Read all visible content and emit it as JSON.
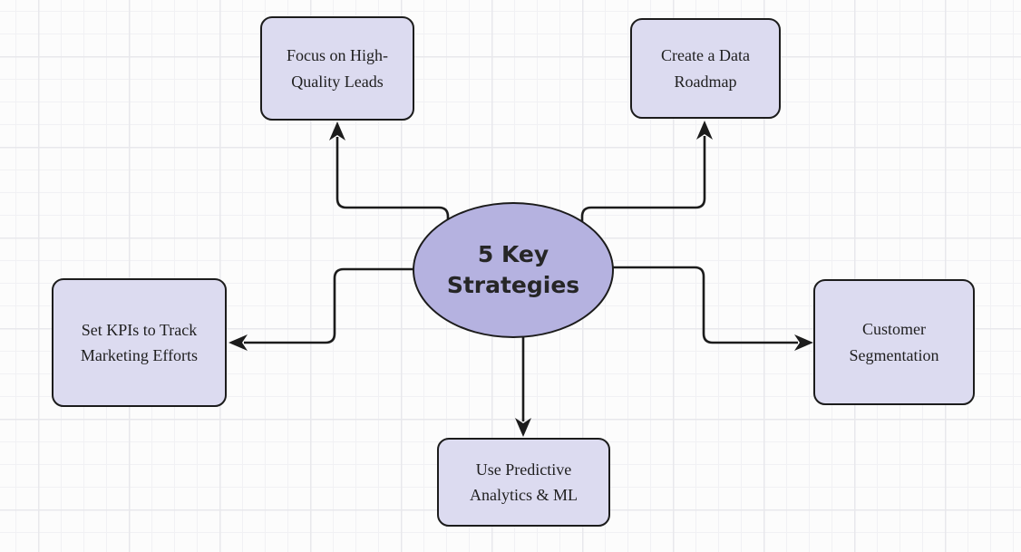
{
  "diagram": {
    "title": "5 Key Strategies",
    "center": {
      "line1": "5 Key",
      "line2": "Strategies"
    },
    "nodes": [
      {
        "id": "focus-high-quality-leads",
        "position": "top-left",
        "line1": "Focus on High-",
        "line2": "Quality Leads"
      },
      {
        "id": "create-data-roadmap",
        "position": "top-right",
        "line1": "Create a Data",
        "line2": "Roadmap"
      },
      {
        "id": "set-kpis-track-marketing",
        "position": "left",
        "line1": "Set KPIs to Track",
        "line2": "Marketing Efforts"
      },
      {
        "id": "customer-segmentation",
        "position": "right",
        "line1": "Customer",
        "line2": "Segmentation"
      },
      {
        "id": "use-predictive-analytics-ml",
        "position": "bottom",
        "line1": "Use Predictive",
        "line2": "Analytics & ML"
      }
    ],
    "connectors": [
      {
        "from": "center",
        "to": "focus-high-quality-leads",
        "arrow": "up"
      },
      {
        "from": "center",
        "to": "create-data-roadmap",
        "arrow": "up"
      },
      {
        "from": "center",
        "to": "set-kpis-track-marketing",
        "arrow": "left"
      },
      {
        "from": "center",
        "to": "customer-segmentation",
        "arrow": "right"
      },
      {
        "from": "center",
        "to": "use-predictive-analytics-ml",
        "arrow": "down"
      }
    ],
    "colors": {
      "center_fill": "#b5b2e0",
      "node_fill": "#dcdbf0",
      "stroke": "#1c1c1c",
      "text": "#1f1f1f",
      "background": "#fcfcfc",
      "grid_minor": "#f1f1f4",
      "grid_major": "#e8e8ec"
    }
  }
}
